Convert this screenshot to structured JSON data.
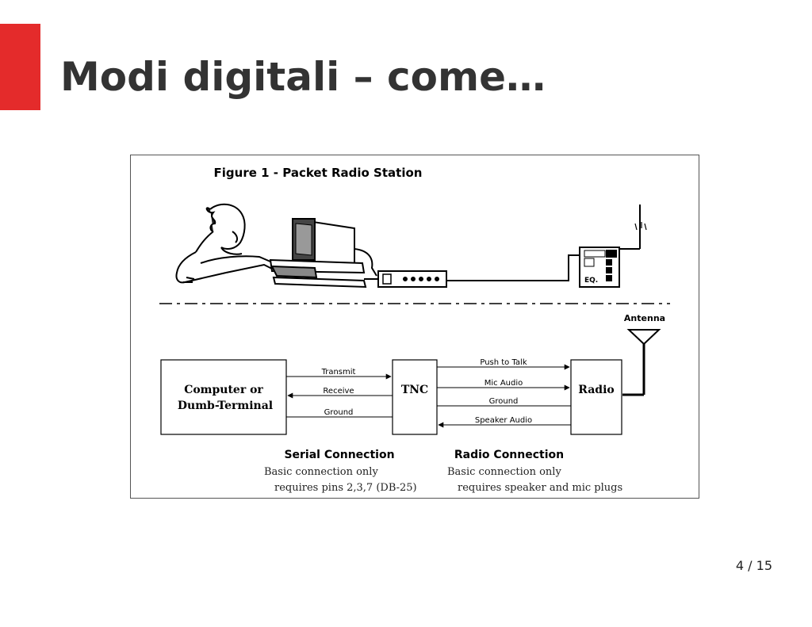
{
  "slide": {
    "title": "Modi digitali – come…",
    "page_indicator": "4 / 15",
    "accent_color": "#e42b2b"
  },
  "figure": {
    "caption": "Figure 1 - Packet Radio Station",
    "boxes": {
      "computer_line1": "Computer or",
      "computer_line2": "Dumb-Terminal",
      "tnc": "TNC",
      "radio": "Radio"
    },
    "antenna_label": "Antenna",
    "serial_lines": {
      "transmit": "Transmit",
      "receive": "Receive",
      "ground": "Ground"
    },
    "radio_lines": {
      "push_to_talk": "Push to Talk",
      "mic_audio": "Mic Audio",
      "ground": "Ground",
      "speaker_audio": "Speaker Audio"
    },
    "serial_connection": {
      "heading": "Serial Connection",
      "note_line1": "Basic connection only",
      "note_line2": "requires pins 2,3,7 (DB-25)"
    },
    "radio_connection": {
      "heading": "Radio Connection",
      "note_line1": "Basic connection only",
      "note_line2": "requires speaker and mic plugs"
    },
    "radio_panel_label": "EQ."
  }
}
